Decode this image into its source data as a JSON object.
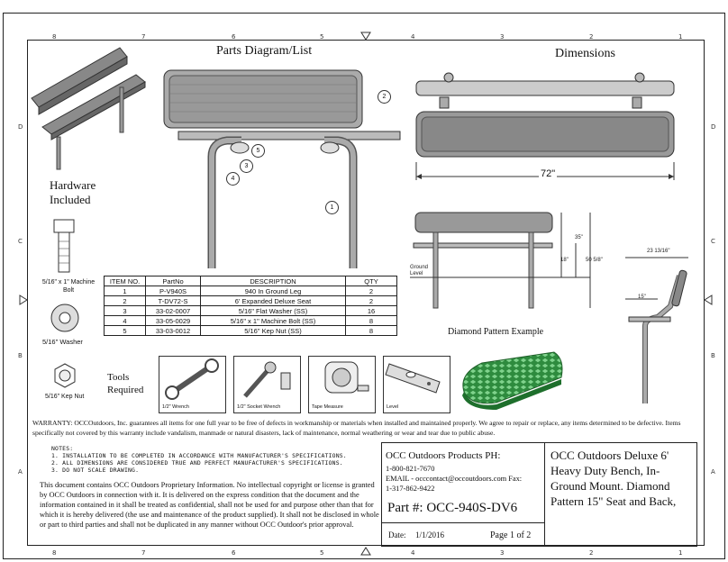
{
  "zones_top": [
    "8",
    "7",
    "6",
    "5",
    "4",
    "3",
    "2",
    "1"
  ],
  "zones_side": [
    "D",
    "C",
    "B",
    "A"
  ],
  "sections": {
    "parts_title": "Parts Diagram/List",
    "dimensions_title": "Dimensions",
    "hardware_title": "Hardware Included",
    "tools_title": "Tools Required",
    "pattern_title": "Diamond Pattern Example"
  },
  "hardware": {
    "bolt_label": "5/16\" x 1\" Machine Bolt",
    "washer_label": "5/16\" Washer",
    "nut_label": "5/16\" Kep Nut"
  },
  "tools": [
    {
      "label": "1/2\" Wrench",
      "icon": "wrench-icon"
    },
    {
      "label": "1/2\" Socket Wrench",
      "icon": "socket-wrench-icon"
    },
    {
      "label": "Tape Measure",
      "icon": "tape-measure-icon"
    },
    {
      "label": "Level",
      "icon": "level-icon"
    }
  ],
  "callouts": [
    "1",
    "2",
    "3",
    "4",
    "5"
  ],
  "dimensions": {
    "length": "72\"",
    "height_35": "35\"",
    "height_18": "18\"",
    "depth_total": "50 5/8\"",
    "ground_label": "Ground Level",
    "width_23": "23 13/16\"",
    "width_15": "15\""
  },
  "parts_table": {
    "headers": [
      "ITEM NO.",
      "PartNo",
      "DESCRIPTION",
      "QTY"
    ],
    "rows": [
      [
        "1",
        "P-V940S",
        "940 In Ground Leg",
        "2"
      ],
      [
        "2",
        "T-DV72-S",
        "6' Expanded Deluxe Seat",
        "2"
      ],
      [
        "3",
        "33-02-0007",
        "5/16\" Flat Washer (SS)",
        "16"
      ],
      [
        "4",
        "33-05-0029",
        "5/16\" x 1\" Machine Bolt (SS)",
        "8"
      ],
      [
        "5",
        "33-03-0012",
        "5/16\" Kep Nut (SS)",
        "8"
      ]
    ]
  },
  "warranty": "WARRANTY: OCCOutdoors, Inc. guarantees all items for one full year to be free of defects in workmanship or materials when installed and maintained properly. We agree to repair or replace, any items determined to be defective. Items specifically not covered by this warranty include vandalism, manmade or natural disasters, lack of maintenance, normal weathering or wear and tear due to public abuse.",
  "notes": [
    "NOTES:",
    "1. INSTALLATION TO BE COMPLETED IN ACCORDANCE WITH MANUFACTURER'S SPECIFICATIONS.",
    "2. ALL DIMENSIONS ARE CONSIDERED TRUE AND PERFECT MANUFACTURER'S SPECIFICATIONS.",
    "3. DO NOT SCALE DRAWING."
  ],
  "proprietary": "This document contains OCC Outdoors Proprietary Information. No intellectual copyright or license is granted by OCC Outdoors in connection with it. It is delivered on the express condition that the document and the information contained in it shall be treated as confidential, shall not be used for and purpose other than that for which it is hereby delivered (the use and maintenance of the product supplied). It shall not be disclosed in whole or part to third parties and shall not be duplicated in any manner without OCC Outdoor's prior approval.",
  "company": {
    "name_line": "OCC Outdoors Products PH:",
    "phone": "1-800-821-7670",
    "email": "EMAIL - occcontact@occoutdoors.com Fax:",
    "fax": "1-317-862-9422",
    "part_label": "Part #: OCC-940S-DV6",
    "date_label": "Date:",
    "date": "1/1/2016",
    "page": "Page 1 of 2"
  },
  "product_title": "OCC Outdoors Deluxe 6' Heavy Duty Bench, In-Ground Mount. Diamond Pattern 15\" Seat and Back,"
}
